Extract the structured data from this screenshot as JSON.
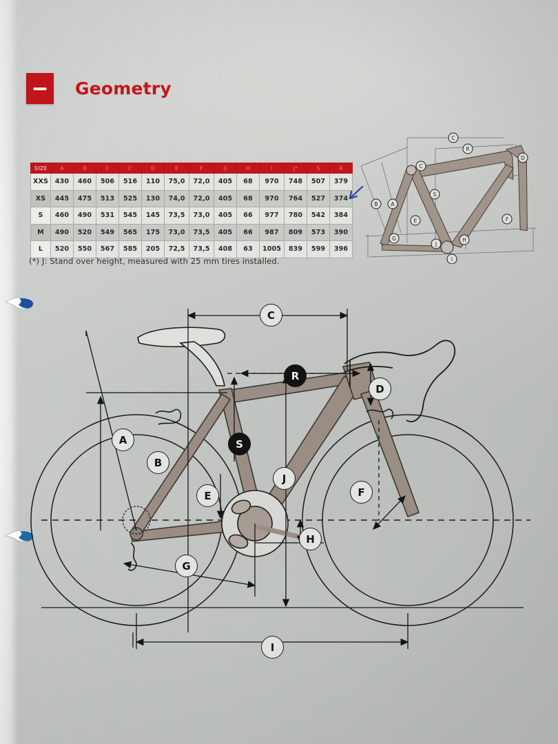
{
  "document": {
    "section_title": "Geometry",
    "collapse_icon": "minus-icon",
    "footnote": "(*) J: Stand over height, measured with 25 mm tires installed.",
    "accent_color": "#c3151c",
    "paper_color": "#c9ccc8",
    "frame_color": "#9b8e86",
    "annotation_color": "#2b3f9e"
  },
  "table": {
    "headers": [
      "SIZE",
      "A",
      "B",
      "C",
      "C'",
      "D",
      "E",
      "F",
      "G",
      "H",
      "I",
      "J*",
      "S",
      "R"
    ],
    "rows": [
      {
        "size": "XXS",
        "values": [
          "430",
          "460",
          "506",
          "516",
          "110",
          "75,0",
          "72,0",
          "405",
          "68",
          "970",
          "748",
          "507",
          "379"
        ]
      },
      {
        "size": "XS",
        "values": [
          "445",
          "475",
          "513",
          "525",
          "130",
          "74,0",
          "72,0",
          "405",
          "68",
          "970",
          "764",
          "527",
          "374"
        ]
      },
      {
        "size": "S",
        "values": [
          "460",
          "490",
          "531",
          "545",
          "145",
          "73,5",
          "73,0",
          "405",
          "66",
          "977",
          "780",
          "542",
          "384"
        ]
      },
      {
        "size": "M",
        "values": [
          "490",
          "520",
          "549",
          "565",
          "175",
          "73,0",
          "73,5",
          "405",
          "66",
          "987",
          "809",
          "573",
          "390"
        ]
      },
      {
        "size": "L",
        "values": [
          "520",
          "550",
          "567",
          "585",
          "205",
          "72,5",
          "73,5",
          "408",
          "63",
          "1005",
          "839",
          "599",
          "396"
        ]
      }
    ]
  },
  "annotations": {
    "handwritten_arrow": {
      "icon": "blue-arrow-icon",
      "points_to_row": "XS",
      "points_to_column": "R",
      "points_to_value": "374"
    },
    "binder_clips": [
      "binder-clip-icon",
      "binder-clip-icon"
    ]
  },
  "mini_diagram": {
    "name": "frame-geometry-thumbnail",
    "labels": [
      "C",
      "R",
      "D",
      "C",
      "S",
      "B",
      "A",
      "E",
      "F",
      "G",
      "J",
      "H",
      "I"
    ]
  },
  "main_diagram": {
    "name": "bicycle-geometry-diagram",
    "labels_outline": [
      "A",
      "B",
      "C",
      "D",
      "E",
      "F",
      "G",
      "H",
      "I",
      "J"
    ],
    "labels_filled": [
      "R",
      "S"
    ],
    "parts": [
      "saddle",
      "seatpost",
      "seat-tube",
      "top-tube",
      "down-tube",
      "head-tube",
      "fork",
      "handlebar",
      "chainstay",
      "seatstay",
      "crankset",
      "front-wheel",
      "rear-wheel"
    ]
  }
}
